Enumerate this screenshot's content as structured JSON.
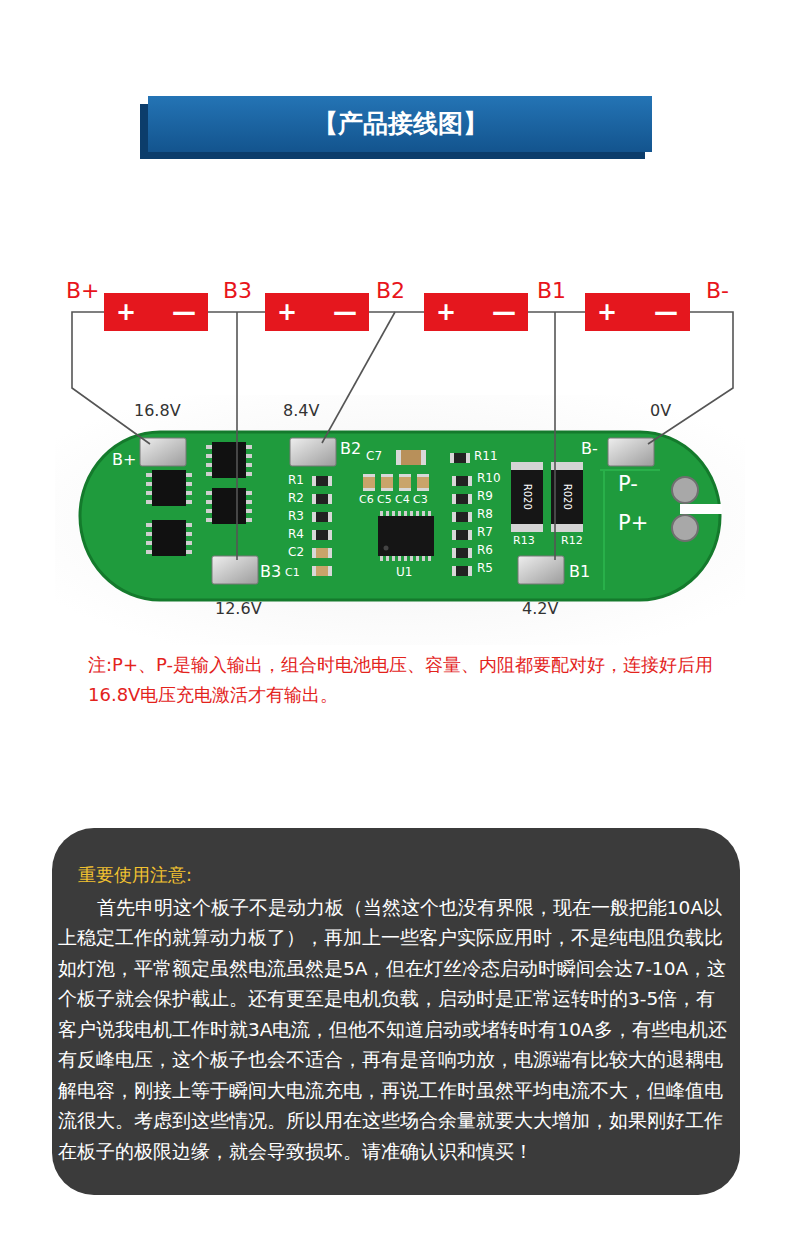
{
  "diagram": {
    "title": "【产品接线图】",
    "nodes": [
      {
        "text": [
          "+",
          "—"
        ]
      },
      {
        "text": [
          "+",
          "—"
        ]
      },
      {
        "text": [
          "+",
          "—"
        ]
      },
      {
        "text": [
          "+",
          "—"
        ]
      },
      {
        "text": [
          "重要使用注意:",
          "首先申明这个板子不是动力板（当然这个也没有界限，现在一般把能10A以上稳定工作的就算动力板了），再加上一些客户实际应用时，不是纯电阻负载比如灯泡，平常额定虽然电流虽然是5A，但在灯丝冷态启动时瞬间会达7-10A，这个板子就会保护截止。还有更至是电机负载，启动时是正常运转时的3-5倍，有客户说我电机工作时就3A电流，但他不知道启动或堵转时有10A多，有些电机还有反峰电压，这个板子也会不适合，再有是音响功放，电源端有比较大的退耦电解电容，刚接上等于瞬间大电流充电，再说工作时虽然平均电流不大，但峰值电流很大。考虑到这些情况。所以用在这些场合余量就要大大增加，如果刚好工作在板子的极限边缘，就会导致损坏。请准确认识和慎买！"
        ]
      }
    ],
    "labels": [
      "B+",
      "B3",
      "B2",
      "B1",
      "B-",
      "16.8V",
      "8.4V",
      "0V",
      "B+",
      "B2",
      "C7",
      "R11",
      "B-",
      "R1",
      "R2",
      "R3",
      "R4",
      "C2",
      "C6",
      "C5",
      "C4",
      "C3",
      "R10",
      "R9",
      "R8",
      "R7",
      "R6",
      "R5",
      "R020",
      "R020",
      "R13",
      "R12",
      "P-",
      "P+",
      "B3",
      "C1",
      "U1",
      "B1",
      "12.6V",
      "4.2V",
      "注:P+、P-是输入输出，组合时电池电压、容量、内阻都要配对好，连接好后用16.8V电压充电激活才有输出。"
    ]
  }
}
